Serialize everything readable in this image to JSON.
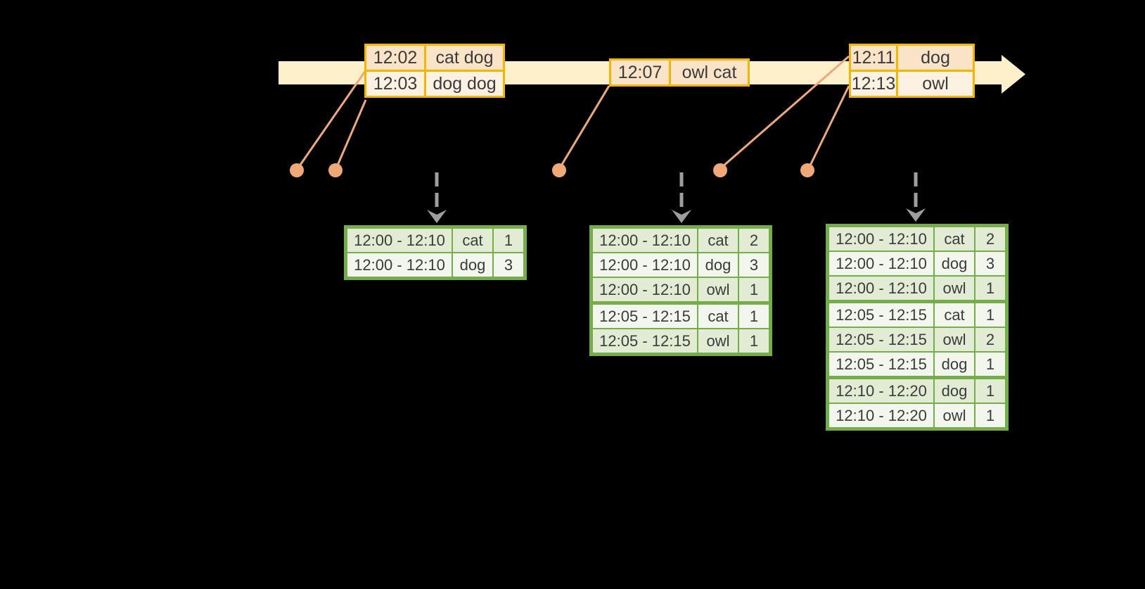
{
  "colors": {
    "background": "#000000",
    "timeline_fill": "#fdf0ca",
    "event_table_border": "#f2b606",
    "event_row_dark": "#fae3c7",
    "event_row_light": "#fdf2e2",
    "result_table_border": "#74ad4a",
    "result_row_dark": "#e2ecd5",
    "result_row_light": "#f2f6ec",
    "connector_salmon": "#eda87c",
    "trigger_arrow_gray": "#9e9e9e",
    "text": "#3b3b3b"
  },
  "event_tables": [
    {
      "rows": [
        {
          "time": "12:02",
          "words": "cat dog"
        },
        {
          "time": "12:03",
          "words": "dog dog"
        }
      ]
    },
    {
      "rows": [
        {
          "time": "12:07",
          "words": "owl cat"
        }
      ]
    },
    {
      "rows": [
        {
          "time": "12:11",
          "words": "dog"
        },
        {
          "time": "12:13",
          "words": "owl"
        }
      ]
    }
  ],
  "result_tables": [
    {
      "rows": [
        {
          "window": "12:00 - 12:10",
          "word": "cat",
          "count": "1"
        },
        {
          "window": "12:00 - 12:10",
          "word": "dog",
          "count": "3"
        }
      ]
    },
    {
      "rows": [
        {
          "window": "12:00 - 12:10",
          "word": "cat",
          "count": "2"
        },
        {
          "window": "12:00 - 12:10",
          "word": "dog",
          "count": "3"
        },
        {
          "window": "12:00 - 12:10",
          "word": "owl",
          "count": "1"
        },
        {
          "window": "12:05 - 12:15",
          "word": "cat",
          "count": "1"
        },
        {
          "window": "12:05 - 12:15",
          "word": "owl",
          "count": "1"
        }
      ]
    },
    {
      "rows": [
        {
          "window": "12:00 - 12:10",
          "word": "cat",
          "count": "2"
        },
        {
          "window": "12:00 - 12:10",
          "word": "dog",
          "count": "3"
        },
        {
          "window": "12:00 - 12:10",
          "word": "owl",
          "count": "1"
        },
        {
          "window": "12:05 - 12:15",
          "word": "cat",
          "count": "1"
        },
        {
          "window": "12:05 - 12:15",
          "word": "owl",
          "count": "2"
        },
        {
          "window": "12:05 - 12:15",
          "word": "dog",
          "count": "1"
        },
        {
          "window": "12:10 - 12:20",
          "word": "dog",
          "count": "1"
        },
        {
          "window": "12:10 - 12:20",
          "word": "owl",
          "count": "1"
        }
      ]
    }
  ]
}
